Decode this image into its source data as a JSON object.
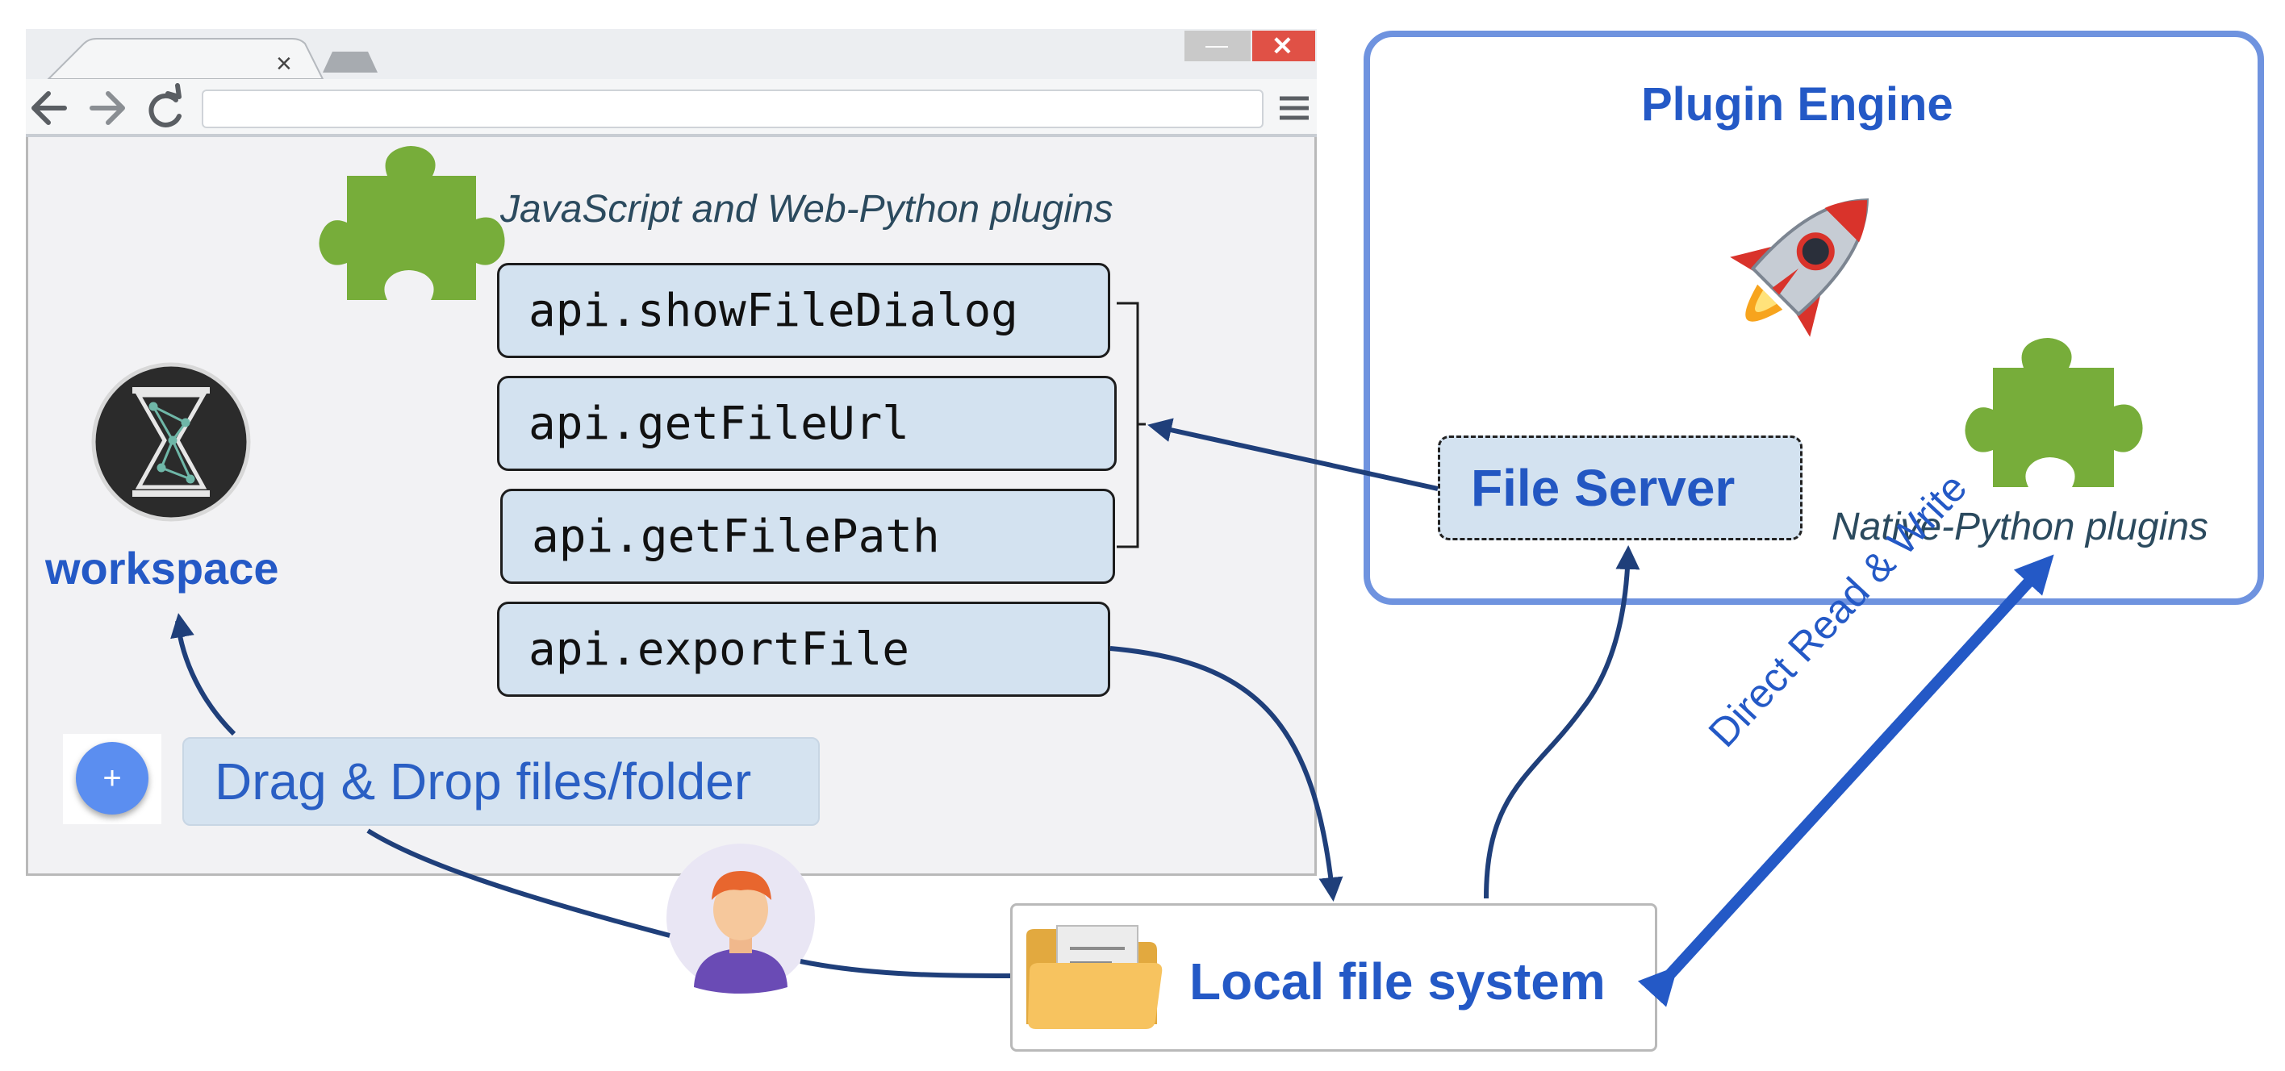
{
  "browser": {
    "tab_close_glyph": "×",
    "window_min_glyph": "—",
    "window_close_glyph": "✕",
    "menu_glyph": "≡",
    "url_value": "",
    "icons": [
      "back-arrow-icon",
      "forward-arrow-icon",
      "reload-icon",
      "menu-icon"
    ]
  },
  "plugins_web": {
    "label": "JavaScript and Web-Python plugins",
    "icon": "puzzle-piece-icon",
    "icon_color": "#77ad3a"
  },
  "api_calls": [
    "api.showFileDialog",
    "api.getFileUrl",
    "api.getFilePath",
    "api.exportFile"
  ],
  "workspace": {
    "label": "workspace",
    "icon": "hourglass-logo-icon"
  },
  "dragdrop": {
    "button_glyph": "+",
    "label": "Drag & Drop files/folder"
  },
  "engine": {
    "title": "Plugin Engine",
    "rocket_icon": "rocket-icon",
    "file_server_label": "File Server",
    "native_label": "Native-Python plugins",
    "border_color": "#6f93df"
  },
  "localfs": {
    "label": "Local file system",
    "icon": "folder-icon",
    "folder_color": "#f7c35f"
  },
  "arrows": {
    "direct_label": "Direct Read & Write",
    "arrow_color": "#1f3f7a",
    "direct_color": "#2459c6"
  },
  "user": {
    "icon": "user-avatar-icon"
  }
}
